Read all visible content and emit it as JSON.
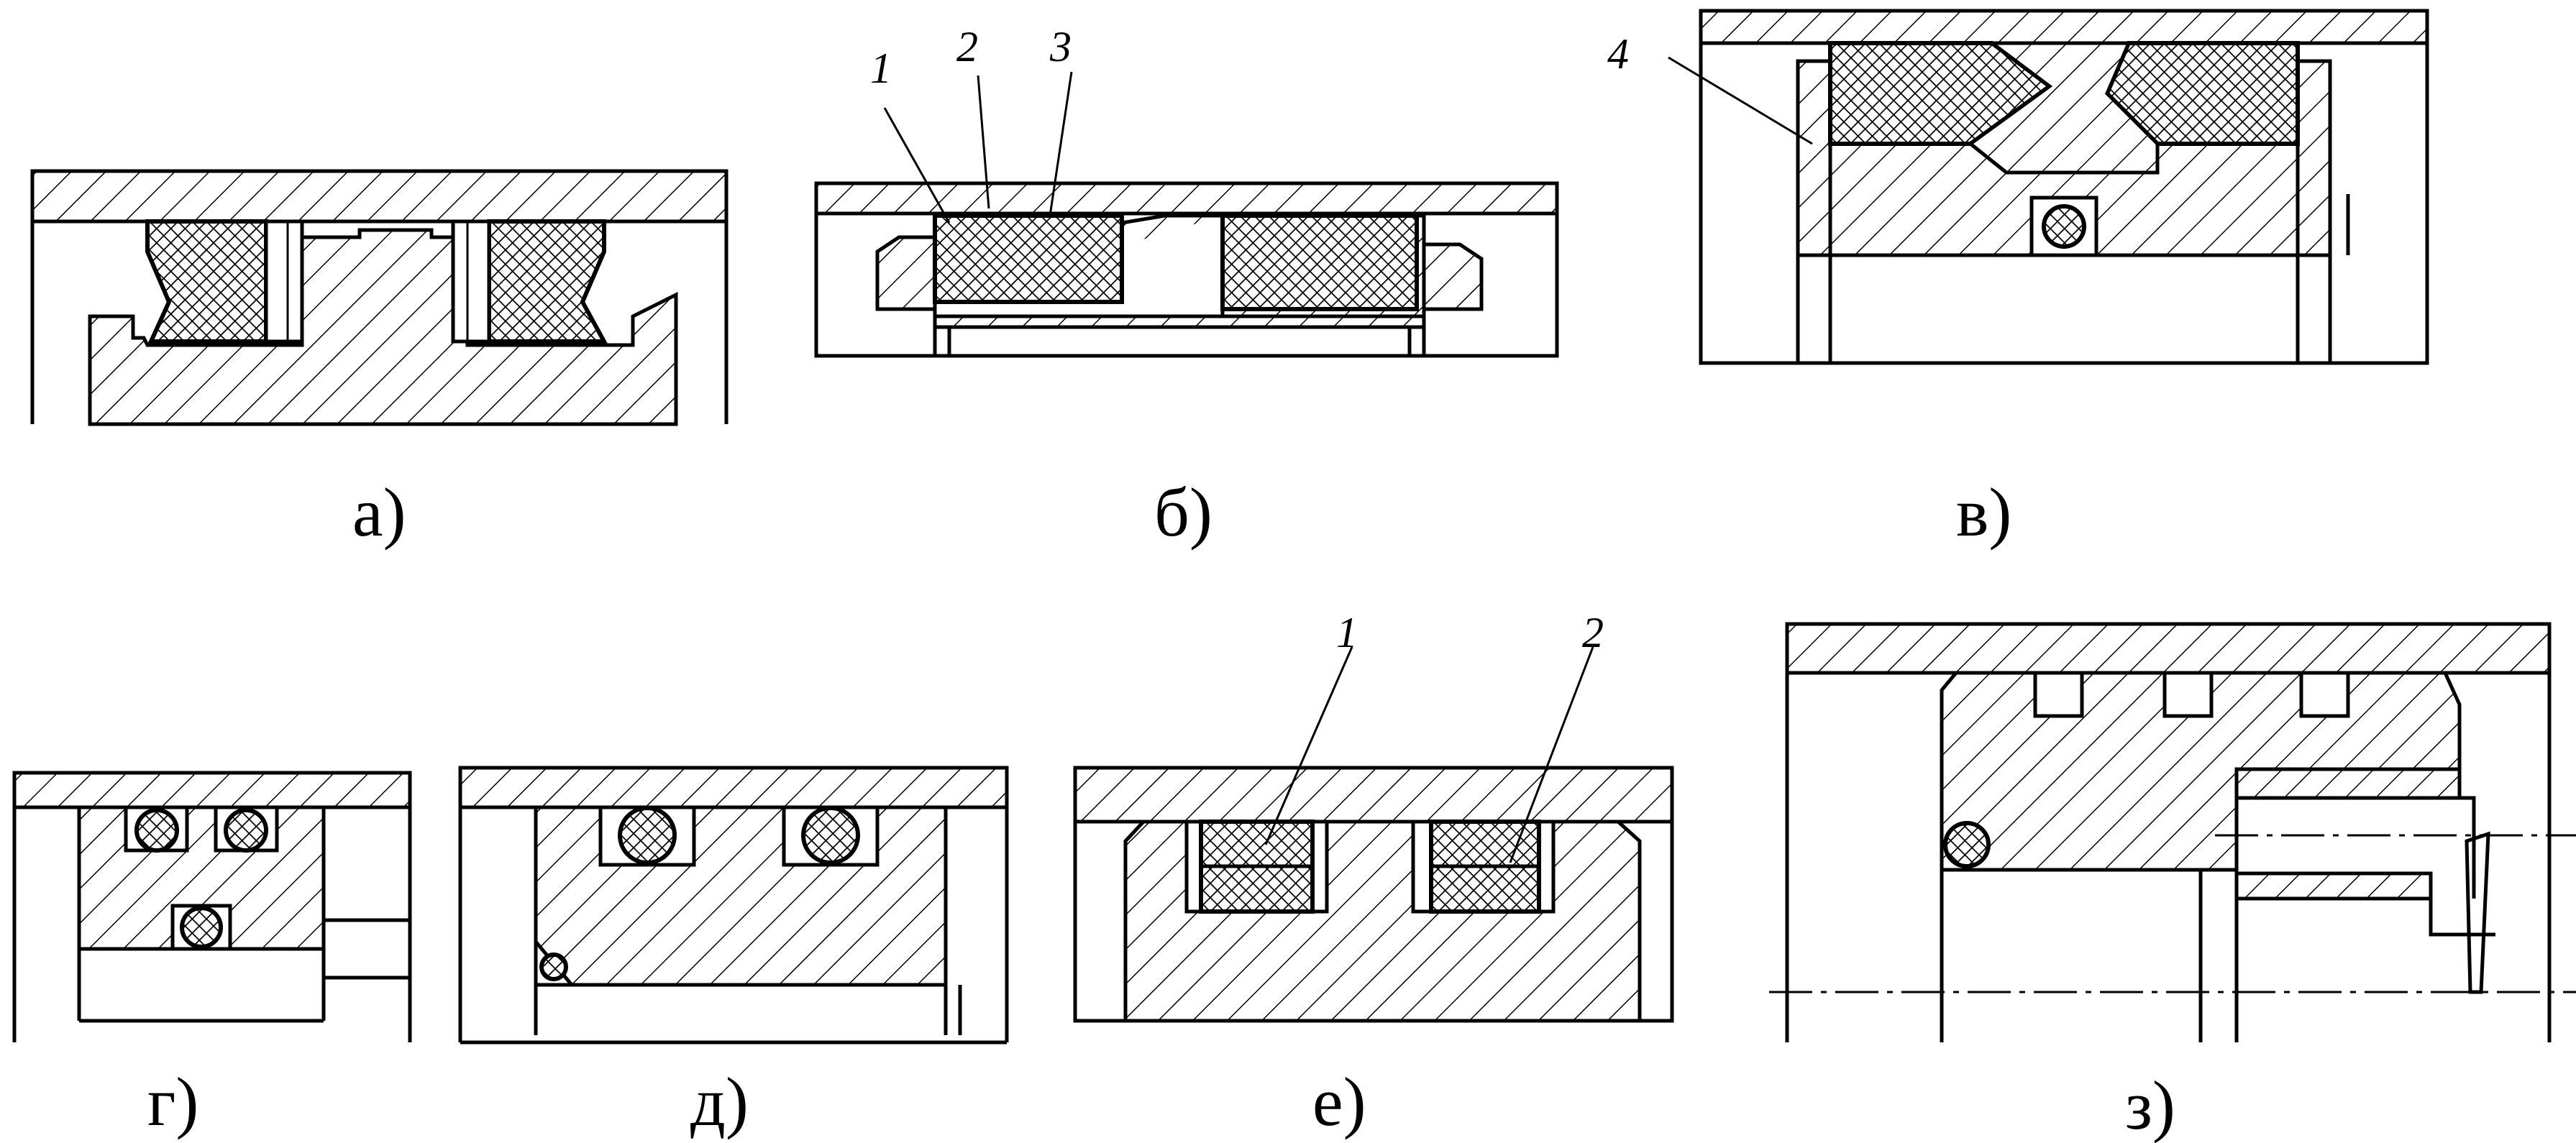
{
  "figure": {
    "panels": [
      {
        "id": "a",
        "caption": "а)"
      },
      {
        "id": "b",
        "caption": "б)",
        "callouts": [
          "1",
          "2",
          "3"
        ]
      },
      {
        "id": "v",
        "caption": "в)",
        "callouts": [
          "4"
        ]
      },
      {
        "id": "g",
        "caption": "г)"
      },
      {
        "id": "d",
        "caption": "д)"
      },
      {
        "id": "e",
        "caption": "е)",
        "callouts": [
          "1",
          "2"
        ]
      },
      {
        "id": "z",
        "caption": "з)"
      }
    ]
  }
}
